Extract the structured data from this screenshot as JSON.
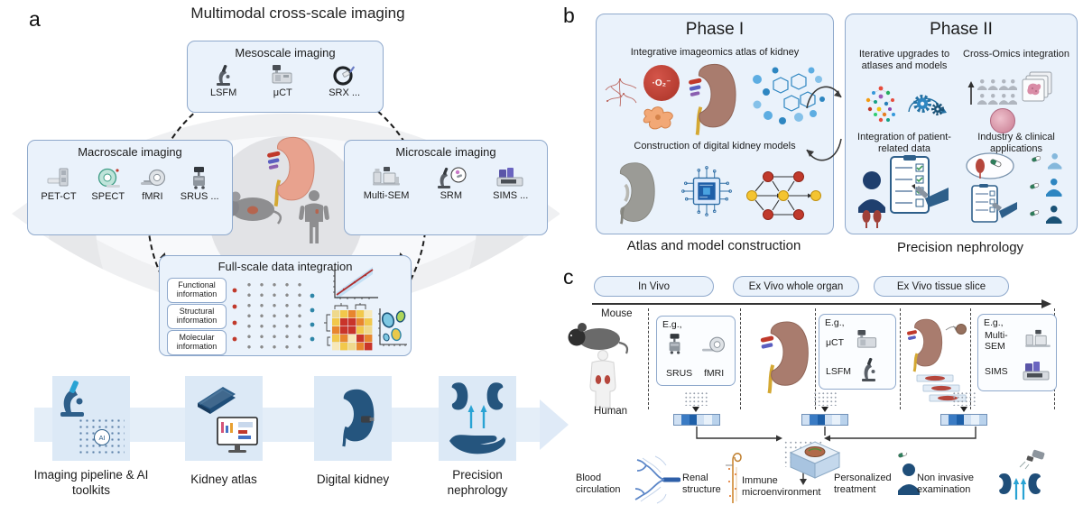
{
  "colors": {
    "box_fill": "#eaf2fb",
    "box_border": "#8fa9cc",
    "tile_fill": "#dce9f6",
    "band_fill": "#e4eef8",
    "dark_blue": "#2e5f8a",
    "navy": "#1f4e79",
    "bar_segments": [
      "#cfe0f3",
      "#3a7bc4",
      "#1d5fa8",
      "#cfe0f3",
      "#e8f1fa",
      "#b9d2ec"
    ]
  },
  "panel_a": {
    "label": "a",
    "title": "Multimodal cross-scale imaging",
    "meso": {
      "title": "Mesoscale imaging",
      "items": [
        {
          "label": "LSFM"
        },
        {
          "label": "μCT"
        },
        {
          "label": "SRX ..."
        }
      ]
    },
    "macro": {
      "title": "Macroscale imaging",
      "items": [
        {
          "label": "PET-CT"
        },
        {
          "label": "SPECT"
        },
        {
          "label": "fMRI"
        },
        {
          "label": "SRUS ..."
        }
      ]
    },
    "micro": {
      "title": "Microscale imaging",
      "items": [
        {
          "label": "Multi-SEM"
        },
        {
          "label": "SRM"
        },
        {
          "label": "SIMS ..."
        }
      ]
    },
    "integration": {
      "title": "Full-scale data integration",
      "info": [
        {
          "label": "Functional information"
        },
        {
          "label": "Structural information"
        },
        {
          "label": "Molecular information"
        }
      ]
    },
    "ai_badge": "AI",
    "pipeline": [
      {
        "label": "Imaging pipeline & AI toolkits"
      },
      {
        "label": "Kidney atlas"
      },
      {
        "label": "Digital kidney"
      },
      {
        "label": "Precision nephrology"
      }
    ]
  },
  "panel_b": {
    "label": "b",
    "phase1": {
      "title": "Phase I",
      "top_caption": "Integrative imageomics atlas of kidney",
      "o2": "·O₂⁻",
      "bottom_caption": "Construction of digital kidney models",
      "footer": "Atlas and model construction"
    },
    "phase2": {
      "title": "Phase II",
      "q1": "Iterative upgrades to atlases and models",
      "q2": "Cross-Omics integration",
      "q3": "Integration of patient-related data",
      "q4": "Industry & clinical applications",
      "footer": "Precision nephrology"
    }
  },
  "panel_c": {
    "label": "c",
    "pills": [
      {
        "label": "In Vivo"
      },
      {
        "label": "Ex Vivo whole organ"
      },
      {
        "label": "Ex Vivo tissue slice"
      }
    ],
    "subjects": {
      "mouse": "Mouse",
      "human": "Human"
    },
    "eg1": {
      "prefix": "E.g.,",
      "a": "SRUS",
      "b": "fMRI"
    },
    "eg2": {
      "prefix": "E.g.,",
      "a": "μCT",
      "b": "LSFM"
    },
    "eg3": {
      "prefix": "E.g.,",
      "a": "Multi-SEM",
      "b": "SIMS"
    },
    "outcomes": [
      {
        "label": "Blood circulation"
      },
      {
        "label": "Renal structure"
      },
      {
        "label": "Immune microenvironment"
      },
      {
        "label": "Personalized treatment"
      },
      {
        "label": "Non invasive examination"
      }
    ]
  }
}
